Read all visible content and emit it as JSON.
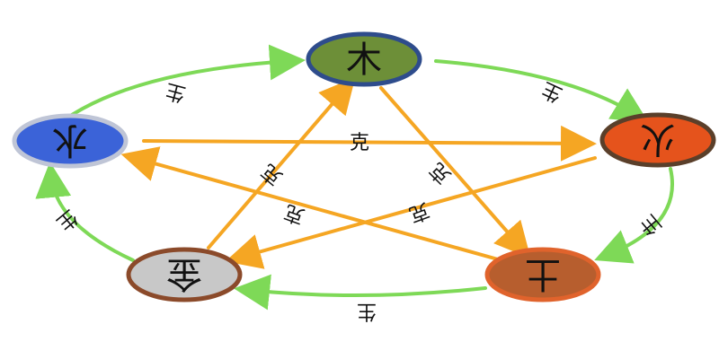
{
  "colors": {
    "sheng_arrow": "#7ED957",
    "ke_arrow": "#F5A623",
    "node_outline_dark": "#5a3f2a"
  },
  "nodes": {
    "wood": {
      "label": "木",
      "fill": "#6D8F38",
      "stroke": "#2E4C8C"
    },
    "fire": {
      "label": "火",
      "fill": "#E5531C",
      "stroke": "#5a3f2a"
    },
    "earth": {
      "label": "土",
      "fill": "#B75E2E",
      "stroke": "#5a3f2a"
    },
    "metal": {
      "label": "金",
      "fill": "#C8C8C8",
      "stroke": "#8B4A2A"
    },
    "water": {
      "label": "水",
      "fill": "#3B63D8",
      "stroke": "#BFC5D6"
    }
  },
  "relations": {
    "sheng": "生",
    "ke": "克"
  }
}
